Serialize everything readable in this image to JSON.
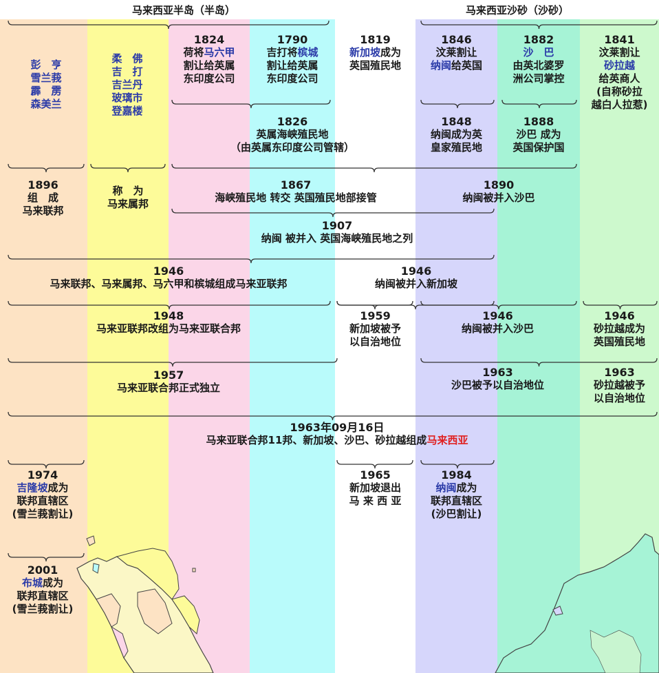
{
  "headers": {
    "peninsula": "马来西亚半岛（半岛）",
    "borneo": "马来西亚沙砂（沙砂）"
  },
  "colors": {
    "peach": "#fde3c4",
    "yellow": "#fdfb99",
    "pink": "#fbd6e8",
    "cyan": "#b9fbfb",
    "white": "#ffffff",
    "lavender": "#d6d6fb",
    "mint": "#a6f3d6",
    "green": "#cdf9cd"
  },
  "t": {
    "c1_states": [
      "彭　亨",
      "雪兰莪",
      "霹　雳",
      "森美兰"
    ],
    "c2_states": [
      "柔　佛",
      "吉　打",
      "吉兰丹",
      "玻璃市",
      "登嘉楼"
    ],
    "e1824": {
      "year": "1824",
      "pre": "荷将",
      "place": "马六甲",
      "l2": "割让给英属",
      "l3": "东印度公司"
    },
    "e1790": {
      "year": "1790",
      "pre": "吉打将",
      "place": "槟城",
      "l2": "割让给英属",
      "l3": "东印度公司"
    },
    "e1819": {
      "year": "1819",
      "place": "新加坡",
      "post": "成为",
      "l2": "英国殖民地"
    },
    "e1846": {
      "year": "1846",
      "l1": "汶莱割让",
      "place": "纳闽",
      "post": "给英国"
    },
    "e1882": {
      "year": "1882",
      "place": "沙　巴",
      "l2": "由英北婆罗",
      "l3": "洲公司掌控"
    },
    "e1841": {
      "year": "1841",
      "l1": "汶莱割让",
      "place": "砂拉越",
      "l2": "给英商人",
      "l3": "(自称砂拉",
      "l4": "越白人拉惹)"
    },
    "e1826": {
      "year": "1826",
      "l1": "英属海峡殖民地",
      "l2": "（由英属东印度公司管辖）"
    },
    "e1848": {
      "year": "1848",
      "l1": "纳闽成为英",
      "l2": "皇家殖民地"
    },
    "e1888": {
      "year": "1888",
      "l1": "沙巴 成为",
      "l2": "英国保护国"
    },
    "e1896": {
      "year": "1896",
      "l1": "组　成",
      "l2": "马来联邦"
    },
    "e_fms": {
      "l1": "称　为",
      "l2": "马来属邦"
    },
    "e1867": {
      "year": "1867",
      "l1": "海峡殖民地 转交 英国殖民地部接管"
    },
    "e1890": {
      "year": "1890",
      "l1": "纳闽被并入沙巴"
    },
    "e1907": {
      "year": "1907",
      "l1": "纳闽 被并入 英国海峡殖民地之列"
    },
    "e1946a": {
      "year": "1946",
      "l1": "马来联邦、马来属邦、马六甲和槟城组成马来亚联邦"
    },
    "e1946b": {
      "year": "1946",
      "l1": "纳闽被并入新加坡"
    },
    "e1948": {
      "year": "1948",
      "l1": "马来亚联邦改组为马来亚联合邦"
    },
    "e1959": {
      "year": "1959",
      "l1": "新加坡被予",
      "l2": "以自治地位"
    },
    "e1946c": {
      "year": "1946",
      "l1": "纳闽被并入沙巴"
    },
    "e1946d": {
      "year": "1946",
      "l1": "砂拉越成为",
      "l2": "英国殖民地"
    },
    "e1957": {
      "year": "1957",
      "l1": "马来亚联合邦正式独立"
    },
    "e1963a": {
      "year": "1963",
      "l1": "沙巴被予以自治地位"
    },
    "e1963b": {
      "year": "1963",
      "l1": "砂拉越被予",
      "l2": "以自治地位"
    },
    "e1963": {
      "year": "1963年09月16日",
      "pre": "马来亚联合邦11邦、新加坡、沙巴、砂拉越组成",
      "place": "马来西亚"
    },
    "e1974": {
      "year": "1974",
      "place": "吉隆坡",
      "post": "成为",
      "l2": "联邦直辖区",
      "l3": "(雪兰莪割让)"
    },
    "e1965": {
      "year": "1965",
      "l1": "新加坡退出",
      "l2": "马 来 西 亚"
    },
    "e1984": {
      "year": "1984",
      "place": "纳闽",
      "post": "成为",
      "l2": "联邦直辖区",
      "l3": "(沙巴割让)"
    },
    "e2001": {
      "year": "2001",
      "place": "布城",
      "post": "成为",
      "l2": "联邦直辖区",
      "l3": "(雪兰莪割让)"
    }
  }
}
